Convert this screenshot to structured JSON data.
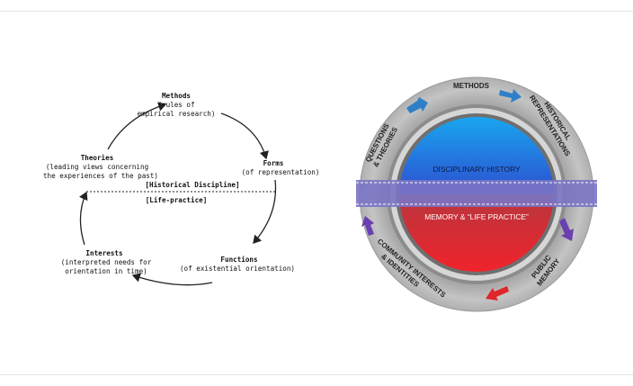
{
  "left_diagram": {
    "nodes": {
      "methods": {
        "title": "Methods",
        "lines": [
          "(rules of",
          "empirical research)"
        ]
      },
      "forms": {
        "title": "Forms",
        "lines": [
          "(of representation)"
        ]
      },
      "functions": {
        "title": "Functions",
        "lines": [
          "(of existential orientation)"
        ]
      },
      "interests": {
        "title": "Interests",
        "lines": [
          "(interpreted needs for",
          "orientation in time)"
        ]
      },
      "theories": {
        "title": "Theories",
        "lines": [
          "(leading views concerning",
          "the experiences of the past)"
        ]
      }
    },
    "divider_top": "[Historical Discipline]",
    "divider_bottom": "[Life-practice]"
  },
  "right_diagram": {
    "center_top": "DISCIPLINARY HISTORY",
    "center_bottom": "MEMORY & “LIFE PRACTICE”",
    "ring_labels": {
      "methods": "METHODS",
      "historical_representations": [
        "HISTORICAL",
        "REPRESENTATIONS"
      ],
      "questions_theories": [
        "QUESTIONS",
        "& THEORIES"
      ],
      "public_memory": [
        "PUBLIC",
        "MEMORY"
      ],
      "community_interests": [
        "COMMUNITY INTERESTS",
        "& IDENTITIES"
      ]
    },
    "colors": {
      "blue": "#1a8fd8",
      "red": "#e0262b",
      "purple_band": "#7a74c4",
      "ring": "#b9b9b9",
      "arrow_blue": "#2f7fc8",
      "arrow_red": "#e0262b",
      "arrow_purple": "#6a3fb0"
    }
  }
}
